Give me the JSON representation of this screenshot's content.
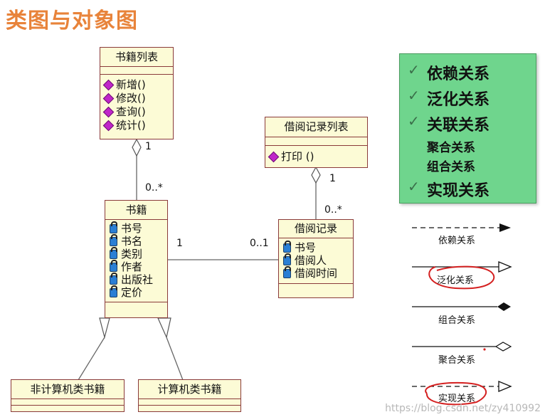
{
  "title": "类图与对象图",
  "classes": {
    "book_list": {
      "name": "书籍列表",
      "operations": [
        "新增()",
        "修改()",
        "查询()",
        "统计()"
      ]
    },
    "borrow_list": {
      "name": "借阅记录列表",
      "operations": [
        "打印 ()"
      ]
    },
    "book": {
      "name": "书籍",
      "attributes": [
        "书号",
        "书名",
        "类别",
        "作者",
        "出版社",
        "定价"
      ]
    },
    "borrow_record": {
      "name": "借阅记录",
      "attributes": [
        "书号",
        "借阅人",
        "借阅时间"
      ]
    },
    "non_computer_book": {
      "name": "非计算机类书籍"
    },
    "computer_book": {
      "name": "计算机类书籍"
    }
  },
  "multiplicities": {
    "book_list_end": "1",
    "book_end_top": "0..*",
    "borrow_list_end": "1",
    "borrow_record_end_top": "0..*",
    "book_assoc": "1",
    "borrow_assoc": "0..1"
  },
  "legend": {
    "items": [
      "依赖关系",
      "泛化关系",
      "关联关系",
      "聚合关系",
      "组合关系",
      "实现关系"
    ],
    "checked": [
      true,
      true,
      true,
      false,
      false,
      true
    ]
  },
  "relations": {
    "dependency": "依赖关系",
    "generalization": "泛化关系",
    "composition": "组合关系",
    "aggregation": "聚合关系",
    "realization": "实现关系"
  },
  "colors": {
    "title": "#e8833a",
    "class_fill": "#fcfbd6",
    "class_border": "#8a3a3a",
    "legend_fill": "#6fd58d",
    "highlight_circle": "#d42020"
  },
  "watermark": "https://blog.csdn.net/zy410992"
}
